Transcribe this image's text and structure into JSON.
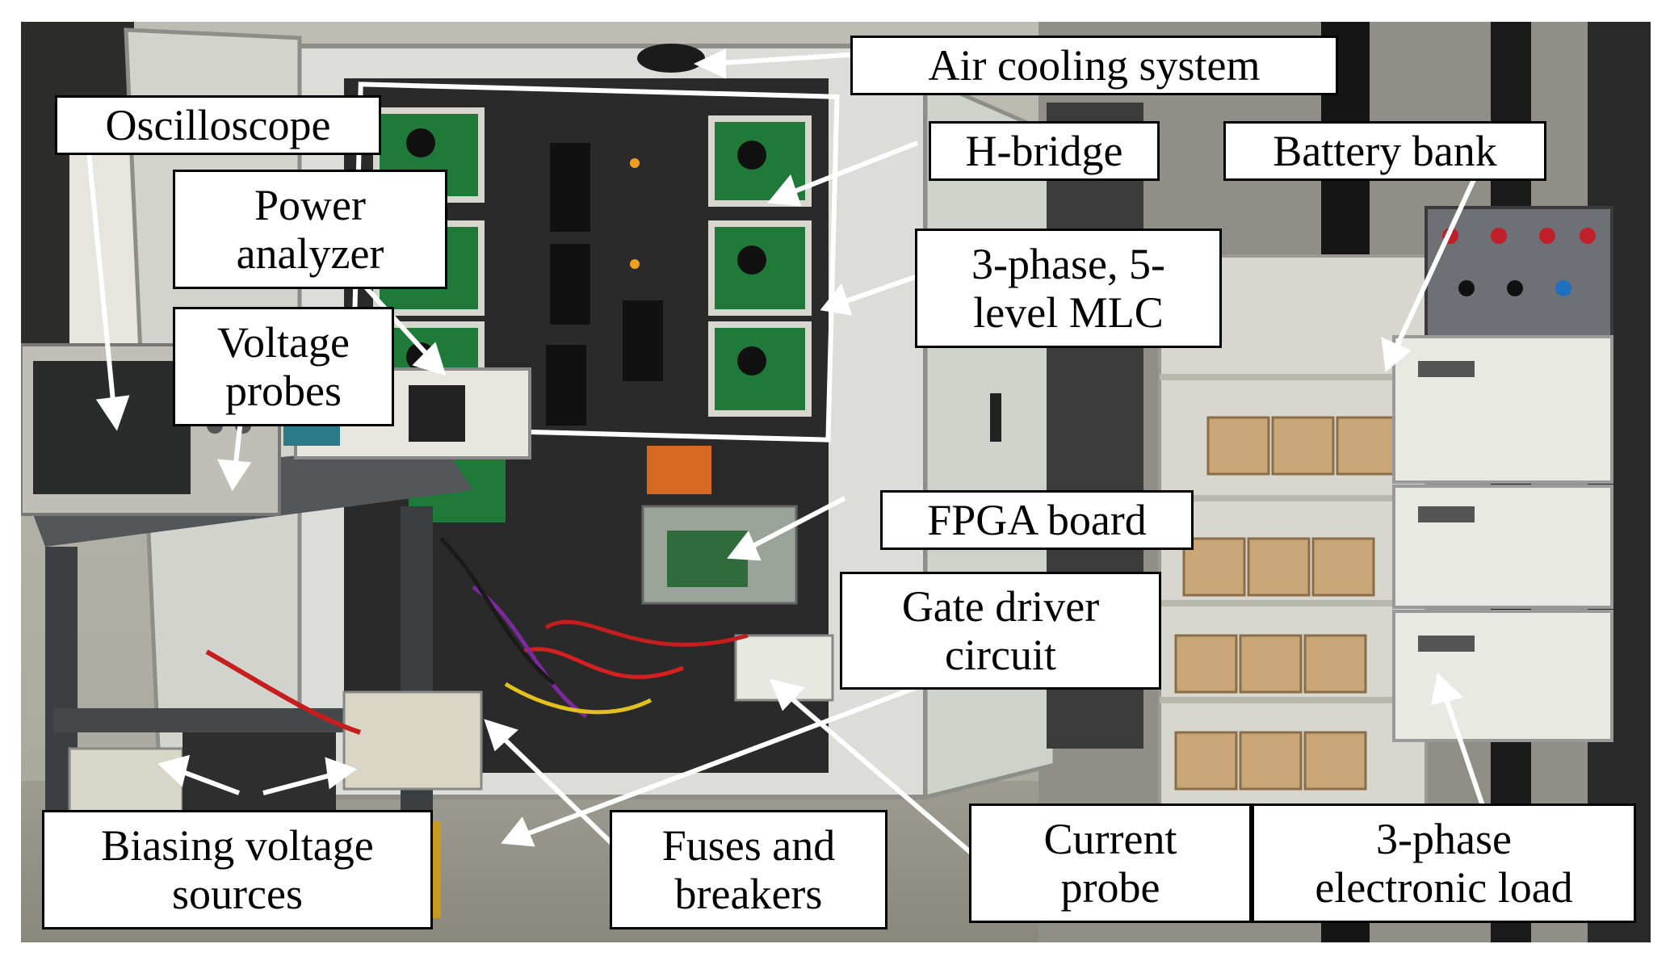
{
  "labels": {
    "air_cooling": "Air cooling system",
    "oscilloscope": "Oscilloscope",
    "h_bridge": "H-bridge",
    "battery_bank": "Battery bank",
    "power_analyzer": "Power\nanalyzer",
    "voltage_probes": "Voltage\nprobes",
    "mlc": "3-phase, 5-\nlevel MLC",
    "fpga_board": "FPGA board",
    "gate_driver": "Gate driver\ncircuit",
    "biasing_sources": "Biasing voltage\nsources",
    "fuses_breakers": "Fuses and\nbreakers",
    "current_probe": "Current\nprobe",
    "electronic_load": "3-phase\nelectronic load"
  },
  "colors": {
    "label_border": "#000000",
    "label_fill": "#ffffff",
    "arrow": "#ffffff",
    "cabinet": "#d9dbd6",
    "pcb": "#1f7a3a"
  }
}
